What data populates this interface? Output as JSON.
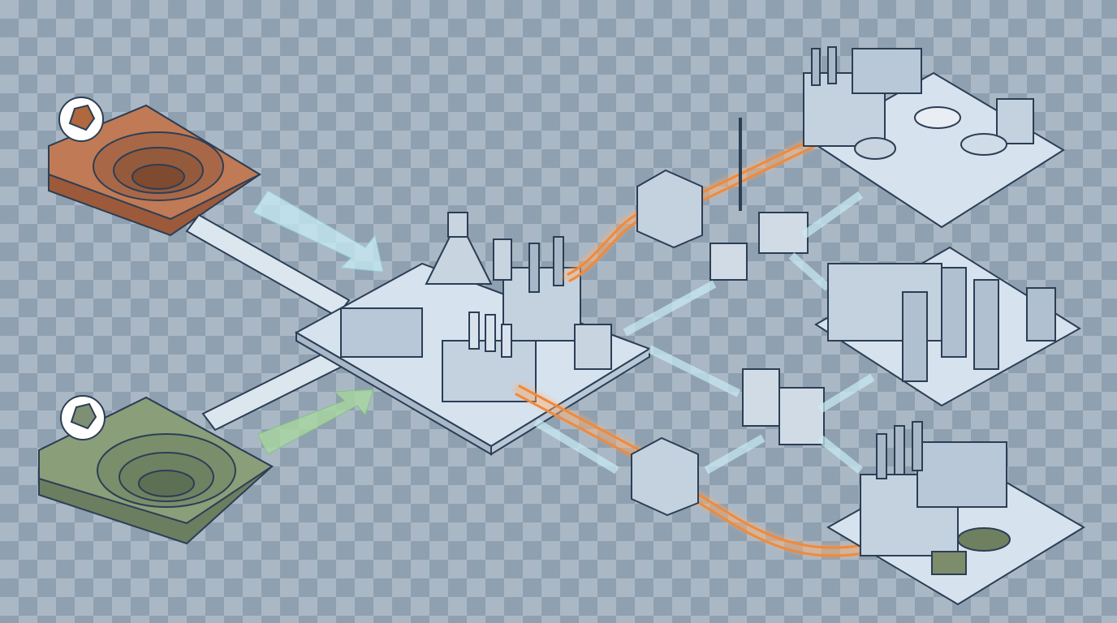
{
  "colors": {
    "copper_mine": "#c07a55",
    "nickel_mine": "#8a9e7a",
    "platform": "#d6e2ee",
    "power_cable": "#f08a3c",
    "flow_arrow": "#c8ecf4",
    "green_arrow": "#a8d8a0",
    "outline": "#2c3e55"
  },
  "icons": [
    "copper-ore-icon",
    "nickel-ore-icon"
  ],
  "nodes": [
    "copper-mine",
    "nickel-mine",
    "refinery",
    "transformer-top",
    "transformer-bottom",
    "battery-packs",
    "ev-factory",
    "data-center",
    "defense-factory"
  ]
}
